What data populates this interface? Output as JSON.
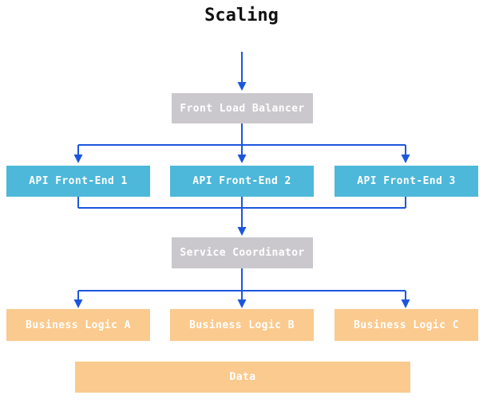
{
  "title": "Scaling",
  "colors": {
    "connector": "#1d56de",
    "node_gray": "#cac8cc",
    "node_cyan": "#4db8d9",
    "node_orange": "#fbca8e",
    "node_text": "#ffffff",
    "title_text": "#111111"
  },
  "nodes": {
    "front_load_balancer": {
      "label": "Front Load Balancer",
      "type": "gray"
    },
    "api_front_end_1": {
      "label": "API Front-End 1",
      "type": "cyan"
    },
    "api_front_end_2": {
      "label": "API Front-End 2",
      "type": "cyan"
    },
    "api_front_end_3": {
      "label": "API Front-End 3",
      "type": "cyan"
    },
    "service_coordinator": {
      "label": "Service Coordinator",
      "type": "gray"
    },
    "business_logic_a": {
      "label": "Business Logic A",
      "type": "orange"
    },
    "business_logic_b": {
      "label": "Business Logic B",
      "type": "orange"
    },
    "business_logic_c": {
      "label": "Business Logic C",
      "type": "orange"
    },
    "data_store": {
      "label": "Data",
      "type": "orange"
    }
  },
  "edges": [
    {
      "from": "start",
      "to": "front_load_balancer"
    },
    {
      "from": "front_load_balancer",
      "to": "api_front_end_1"
    },
    {
      "from": "front_load_balancer",
      "to": "api_front_end_2"
    },
    {
      "from": "front_load_balancer",
      "to": "api_front_end_3"
    },
    {
      "from": "api_front_end_1",
      "to": "service_coordinator"
    },
    {
      "from": "api_front_end_2",
      "to": "service_coordinator"
    },
    {
      "from": "api_front_end_3",
      "to": "service_coordinator"
    },
    {
      "from": "service_coordinator",
      "to": "business_logic_a"
    },
    {
      "from": "service_coordinator",
      "to": "business_logic_b"
    },
    {
      "from": "service_coordinator",
      "to": "business_logic_c"
    }
  ]
}
